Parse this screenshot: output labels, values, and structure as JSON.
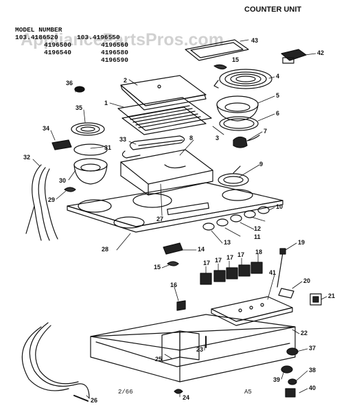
{
  "header": {
    "title": "COUNTER UNIT",
    "watermark": "AppliancePartsPros.com"
  },
  "models": {
    "label": "MODEL NUMBER",
    "left": [
      "103.4186520",
      "4196500",
      "4196540"
    ],
    "right": [
      "103.4196550",
      "4196560",
      "4196580",
      "4196590"
    ]
  },
  "footer": {
    "date": "2/66",
    "code": "A5"
  },
  "callouts": [
    "1",
    "2",
    "3",
    "4",
    "5",
    "6",
    "7",
    "8",
    "9",
    "10",
    "11",
    "12",
    "13",
    "14",
    "15",
    "15",
    "16",
    "17",
    "17",
    "17",
    "17",
    "18",
    "19",
    "20",
    "21",
    "22",
    "23",
    "24",
    "25",
    "26",
    "27",
    "28",
    "29",
    "30",
    "31",
    "32",
    "33",
    "34",
    "35",
    "36",
    "37",
    "38",
    "39",
    "40",
    "41",
    "42",
    "43"
  ]
}
